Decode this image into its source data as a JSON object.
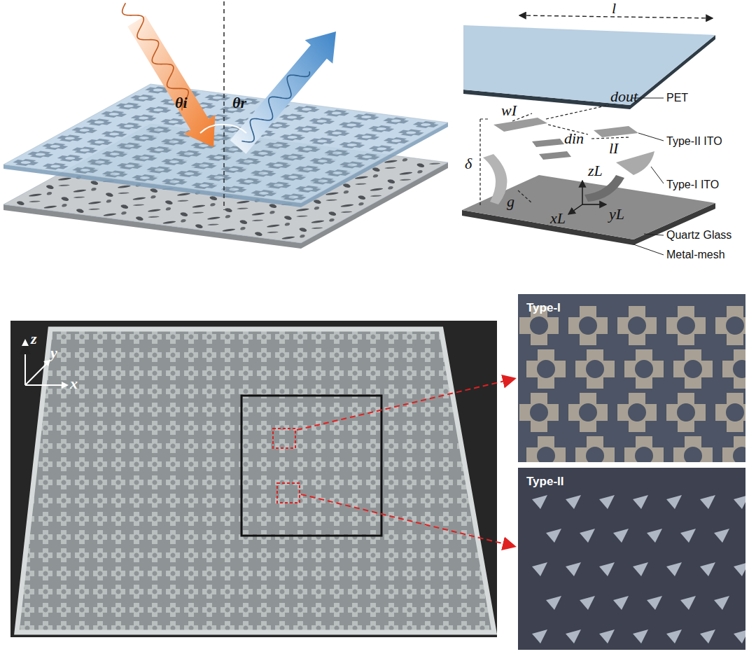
{
  "diagram": {
    "nodes": [
      {
        "text": [
          "Type-I"
        ]
      },
      {
        "text": [
          "Type-II"
        ]
      }
    ],
    "labels": [
      "θi",
      "θr",
      "l",
      "wI",
      "dout",
      "din",
      "lI",
      "δ",
      "g",
      "zL",
      "xL",
      "yL",
      "PET",
      "Type-II ITO",
      "Type-I ITO",
      "Quartz Glass",
      "Metal-mesh",
      "z",
      "y",
      "x"
    ]
  }
}
